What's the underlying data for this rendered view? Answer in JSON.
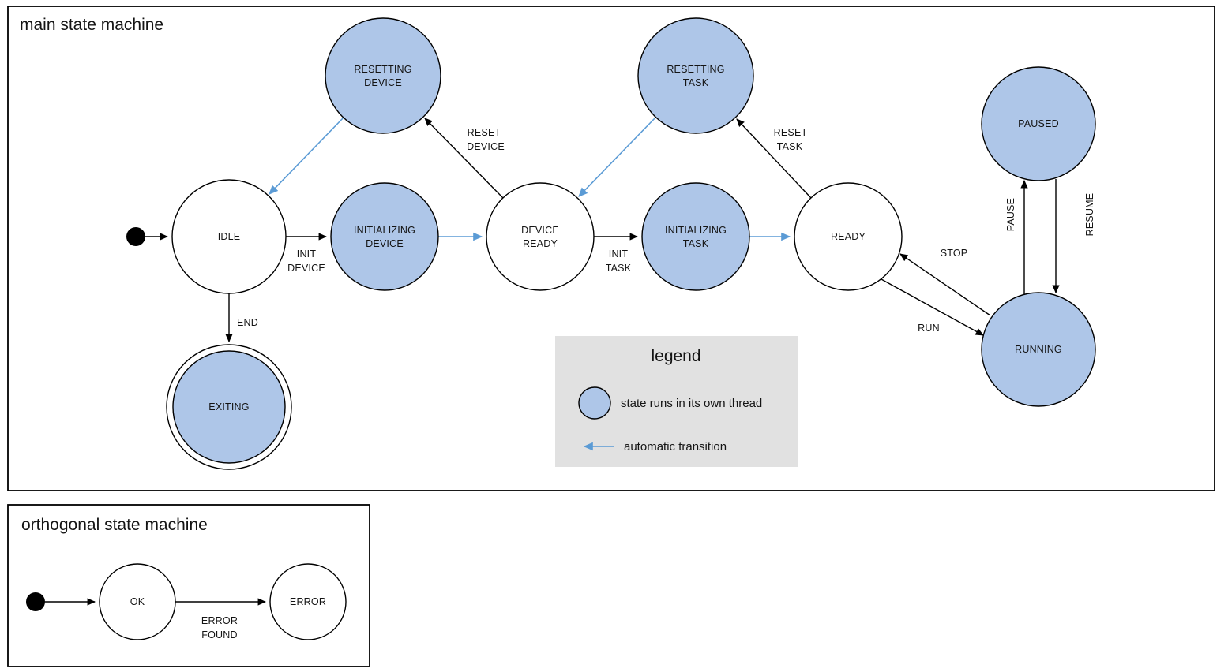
{
  "main": {
    "title": "main state machine",
    "nodes": {
      "idle": "IDLE",
      "resetting_device": {
        "l1": "RESETTING",
        "l2": "DEVICE"
      },
      "initializing_device": {
        "l1": "INITIALIZING",
        "l2": "DEVICE"
      },
      "device_ready": {
        "l1": "DEVICE",
        "l2": "READY"
      },
      "resetting_task": {
        "l1": "RESETTING",
        "l2": "TASK"
      },
      "initializing_task": {
        "l1": "INITIALIZING",
        "l2": "TASK"
      },
      "ready": "READY",
      "paused": "PAUSED",
      "running": "RUNNING",
      "exiting": "EXITING"
    },
    "edges": {
      "init_device": {
        "l1": "INIT",
        "l2": "DEVICE"
      },
      "reset_device": {
        "l1": "RESET",
        "l2": "DEVICE"
      },
      "init_task": {
        "l1": "INIT",
        "l2": "TASK"
      },
      "reset_task": {
        "l1": "RESET",
        "l2": "TASK"
      },
      "end": "END",
      "run": "RUN",
      "stop": "STOP",
      "pause": "PAUSE",
      "resume": "RESUME"
    },
    "legend": {
      "title": "legend",
      "thread_item": "state runs in its own thread",
      "auto_item": "automatic transition"
    }
  },
  "orthogonal": {
    "title": "orthogonal state machine",
    "nodes": {
      "ok": "OK",
      "error": "ERROR"
    },
    "edges": {
      "error_found": {
        "l1": "ERROR",
        "l2": "FOUND"
      }
    }
  },
  "colors": {
    "thread_fill": "#aec6e8",
    "auto_arrow": "#5b9bd5",
    "legend_bg": "#e1e1e1",
    "node_stroke": "#000000"
  }
}
